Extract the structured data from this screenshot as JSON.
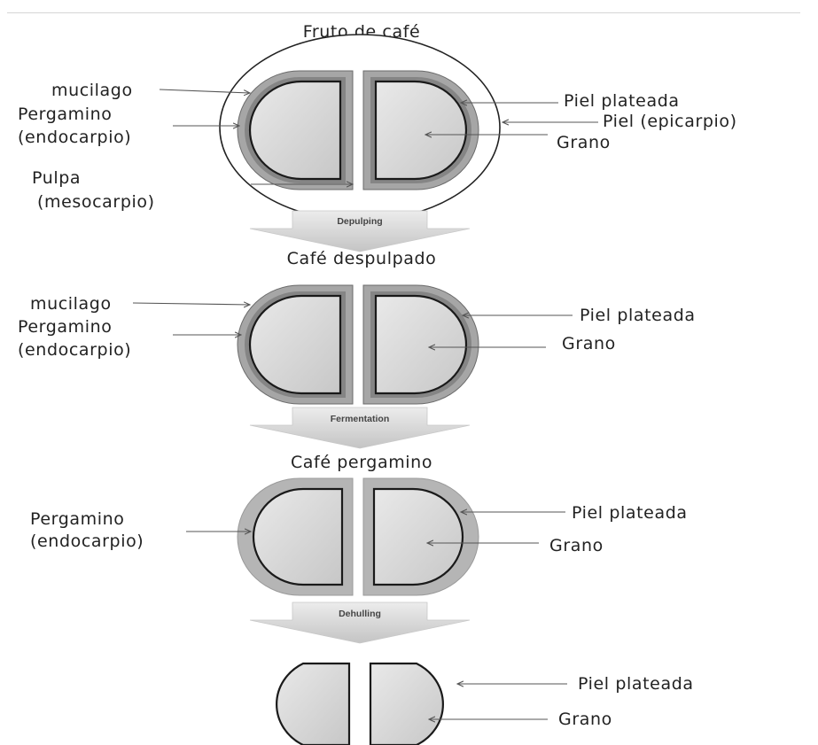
{
  "stage1": {
    "title": "Fruto de café",
    "mucilago": "mucilago",
    "pergamino_1": "Pergamino",
    "pergamino_2": "(endocarpio)",
    "pulpa_1": "Pulpa",
    "pulpa_2": "(mesocarpio)",
    "piel_plateada": "Piel plateada",
    "piel_epicarpio": "Piel (epicarpio)",
    "grano": "Grano"
  },
  "step1": {
    "label": "Depulping"
  },
  "stage2": {
    "title": "Café despulpado",
    "mucilago": "mucilago",
    "pergamino_1": "Pergamino",
    "pergamino_2": "(endocarpio)",
    "piel_plateada": "Piel plateada",
    "grano": "Grano"
  },
  "step2": {
    "label": "Fermentation"
  },
  "stage3": {
    "title": "Café pergamino",
    "pergamino_1": "Pergamino",
    "pergamino_2": "(endocarpio)",
    "piel_plateada": "Piel plateada",
    "grano": "Grano"
  },
  "step3": {
    "label": "Dehulling"
  },
  "stage4": {
    "piel_plateada": "Piel plateada",
    "grano": "Grano"
  },
  "colors": {
    "bean_fill": "#d9d9d9",
    "bean_outline": "#1a1a1a",
    "parchment": "#a6a6a6",
    "mucilage": "#7f7f7f",
    "arrow_fill": "#d0d0d0"
  }
}
